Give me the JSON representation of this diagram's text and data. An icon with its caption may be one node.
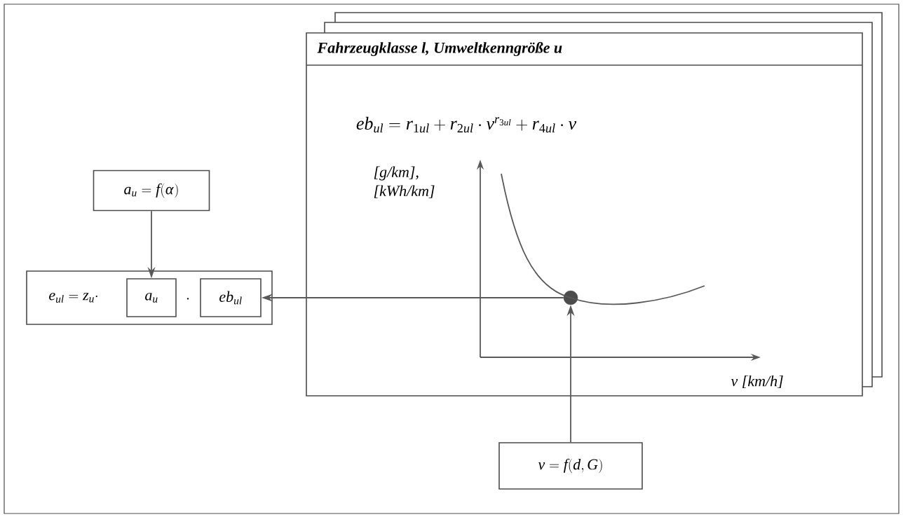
{
  "diagram": {
    "nodes": [
      {
        "text": [
          "Fahrzeugklasse l, Umweltkenngröße u"
        ]
      },
      {
        "text": [
          "a_u = f(\\alpha)"
        ]
      },
      {
        "text": [
          "e_{ul} = z_u \\cdot",
          "\\cdot"
        ]
      },
      {
        "text": [
          "a_u"
        ],
        "in": 2
      },
      {
        "text": [
          "eb_{ul}"
        ],
        "in": 2
      },
      {
        "text": [],
        "shape": "circle",
        "in": 0
      },
      {
        "text": [
          "v = f(d, G)"
        ]
      }
    ],
    "edges": [
      {
        "from": 1,
        "to": 3,
        "arrow": "to"
      },
      {
        "from": 5,
        "to": 4,
        "arrow": "to"
      },
      {
        "from": 6,
        "to": 5,
        "arrow": "to"
      }
    ],
    "labels": [
      "eb_{ul} = r_{1ul} + r_{2ul} \\cdot v^{r_{3ul}} + r_{4ul} \\cdot v",
      "[g/km], [kWh/km]",
      "v [km/h]"
    ]
  }
}
